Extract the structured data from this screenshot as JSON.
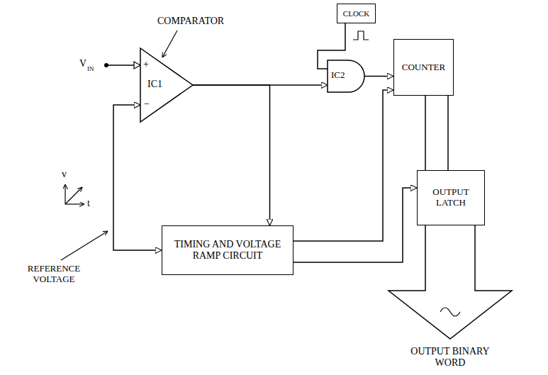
{
  "diagram": {
    "nodes": [
      {
        "text": [
          "IC1"
        ]
      },
      {
        "text": [
          "CLOCK"
        ]
      },
      {
        "text": [
          "IC2"
        ]
      },
      {
        "text": [
          "COUNTER"
        ]
      },
      {
        "text": [
          "OUTPUT LATCH"
        ]
      },
      {
        "text": [
          "TIMING AND VOLTAGE RAMP CIRCUIT"
        ]
      }
    ],
    "edges": [
      {
        "from": 1,
        "to": 2,
        "arrow": "none"
      },
      {
        "from": 0,
        "to": 2,
        "arrow": "to"
      },
      {
        "from": 0,
        "to": 5,
        "arrow": "to"
      },
      {
        "from": 2,
        "to": 3,
        "arrow": "to"
      },
      {
        "from": 3,
        "to": 4,
        "arrow": "none"
      },
      {
        "from": 5,
        "to": 3,
        "arrow": "to"
      },
      {
        "from": 5,
        "to": 4,
        "arrow": "to"
      },
      {
        "from": 5,
        "to": 0,
        "arrow": "both"
      }
    ],
    "labels": [
      "COMPARATOR",
      "V",
      "IN",
      "+",
      "−",
      "v",
      "t",
      "REFERENCE VOLTAGE",
      "OUTPUT BINARY WORD"
    ]
  }
}
